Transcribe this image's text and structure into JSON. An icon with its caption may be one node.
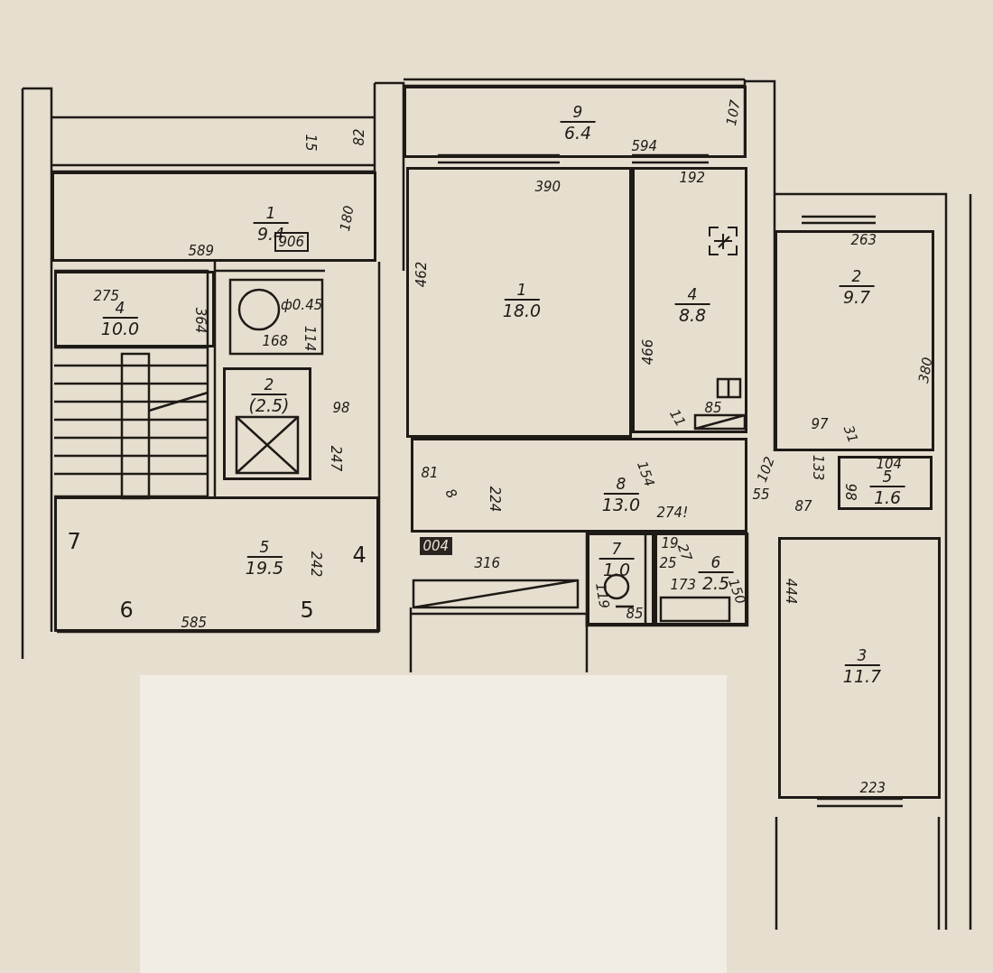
{
  "diagram": {
    "nodes": [
      {
        "text": [
          "1",
          "9.4"
        ]
      },
      {
        "text": [
          "9",
          "6.4"
        ]
      },
      {
        "text": [
          "1",
          "18.0"
        ]
      },
      {
        "text": [
          "4",
          "8.8"
        ]
      },
      {
        "text": [
          "2",
          "9.7"
        ]
      },
      {
        "text": [
          "4",
          "10.0"
        ]
      },
      {
        "text": [
          "2",
          "(2.5)"
        ]
      },
      {
        "text": [
          "5",
          "19.5"
        ]
      },
      {
        "text": [
          "8",
          "13.0"
        ]
      },
      {
        "text": [
          "5",
          "1.6"
        ]
      },
      {
        "text": [
          "7",
          "1.0"
        ]
      },
      {
        "text": [
          "6",
          "2.5"
        ]
      },
      {
        "text": [
          "3",
          "11.7"
        ]
      }
    ],
    "labels": [
      "107",
      "82",
      "15",
      "594",
      "390",
      "192",
      "180",
      "263",
      "906",
      "589",
      "462",
      "275",
      "ф0.45",
      "364",
      "114",
      "168",
      "466",
      "380",
      "98",
      "11",
      "85",
      "97",
      "31",
      "247",
      "104",
      "133",
      "102",
      "81",
      "154",
      "8",
      "224",
      "98",
      "55",
      "87",
      "274!",
      "7",
      "004",
      "19",
      "25",
      "27",
      "242",
      "4",
      "316",
      "150",
      "173",
      "444",
      "119",
      "6",
      "5",
      "585",
      "85",
      "223"
    ]
  }
}
